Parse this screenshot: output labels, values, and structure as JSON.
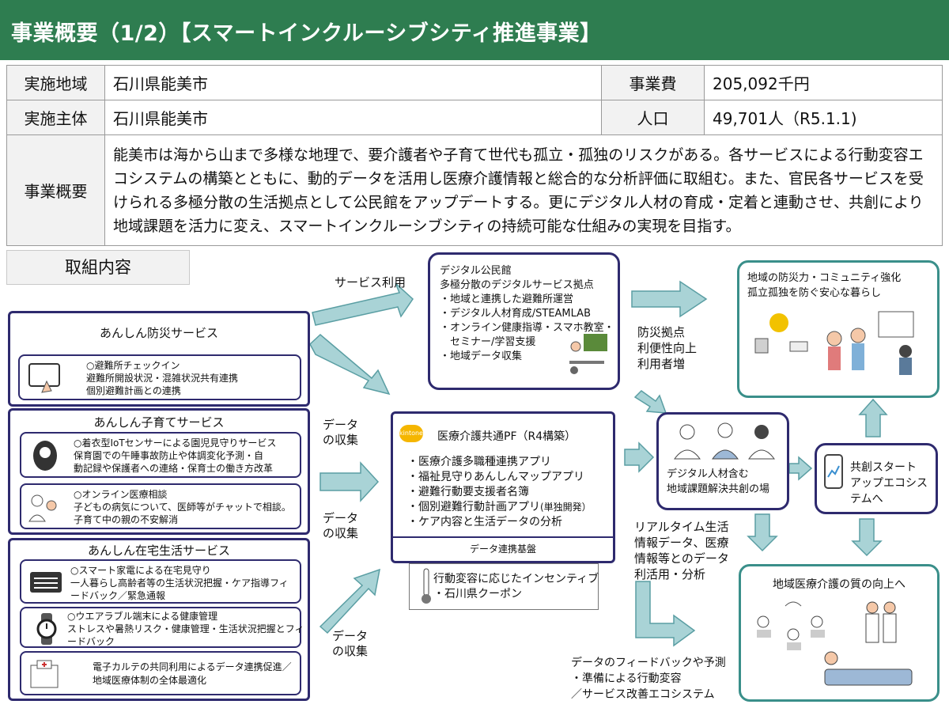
{
  "title": "事業概要（1/2）【スマートインクルーシブシティ推進事業】",
  "info": {
    "location_label": "実施地域",
    "location_value": "石川県能美市",
    "cost_label": "事業費",
    "cost_value": "205,092千円",
    "entity_label": "実施主体",
    "entity_value": "石川県能美市",
    "population_label": "人口",
    "population_value": "49,701人（R5.1.1)",
    "summary_label": "事業概要",
    "summary_value": "能美市は海から山まで多様な地理で、要介護者や子育て世代も孤立・孤独のリスクがある。各サービスによる行動変容エコシステムの構築とともに、動的データを活用し医療介護情報と総合的な分析評価に取組む。また、官民各サービスを受けられる多極分散の生活拠点として公民館をアップデートする。更にデジタル人材の育成・定着と連動させ、共創により地域課題を活力に変え、スマートインクルーシブシティの持続可能な仕組みの実現を目指す。"
  },
  "section_tab": "取組内容",
  "services": {
    "disaster": {
      "title": "あんしん防災サービス",
      "items": [
        "○避難所チェックイン",
        "避難所開設状況・混雑状況共有連携",
        "個別避難計画との連携"
      ]
    },
    "childcare": {
      "title": "あんしん子育てサービス",
      "item1": [
        "○着衣型IoTセンサーによる園児見守りサービス",
        "保育園での午睡事故防止や体調変化予測・自",
        "動記録や保護者への連絡・保育士の働き方改革"
      ],
      "item2": [
        "○オンライン医療相談",
        "子どもの病気について、医師等がチャットで相談。",
        "子育て中の親の不安解消"
      ]
    },
    "home": {
      "title": "あんしん在宅生活サービス",
      "item1": [
        "○スマート家電による在宅見守り",
        "一人暮らし高齢者等の生活状況把握・ケア指導フィ",
        "ードバック／緊急通報"
      ],
      "item2": [
        "○ウエアラブル端末による健康管理",
        "ストレスや暑熱リスク・健康管理・生活状況把握とフィ",
        "ードバック"
      ],
      "item3": [
        "電子カルテの共同利用によるデータ連携促進／",
        "地域医療体制の全体最適化"
      ]
    }
  },
  "arrow_labels": {
    "service_use": "サービス利用",
    "data_collect_1": [
      "データ",
      "の収集"
    ],
    "data_collect_2": [
      "データ",
      "の収集"
    ],
    "data_collect_3": [
      "データ",
      "の収集"
    ],
    "disaster_base": [
      "防災拠点",
      "利便性向上",
      "利用者増"
    ],
    "realtime": [
      "リアルタイム生活",
      "情報データ、医療",
      "情報等とのデータ",
      "利活用・分析"
    ],
    "feedback": [
      "データのフィードバックや予測",
      "・準備による行動変容",
      "／サービス改善エコシステム"
    ]
  },
  "digital_hall": {
    "lines": [
      "デジタル公民館",
      "多極分散のデジタルサービス拠点",
      "・地域と連携した避難所運営",
      "・デジタル人材育成/STEAMLAB",
      "・オンライン健康指導・スマホ教室・",
      "　セミナー/学習支援",
      "・地域データ収集"
    ]
  },
  "platform": {
    "badge": "kintone",
    "title": "医療介護共通PF（R4構築）",
    "items": [
      "・医療介護多職種連携アプリ",
      "・福祉見守りあんしんマップアプリ",
      "・避難行動要支援者名簿",
      "・個別避難行動計画アプリ",
      "・ケア内容と生活データの分析"
    ],
    "solo_note": "(単独開発）",
    "base_label": "データ連携基盤"
  },
  "incentive": [
    "行動変容に応じたインセンティブ",
    "・石川県クーポン"
  ],
  "digital_talent": [
    "デジタル人材含む",
    "地域課題解決共創の場"
  ],
  "startup": [
    "共創スタート",
    "アップエコシス",
    "テムへ"
  ],
  "outcome_disaster": [
    "地域の防災力・コミュニティ強化",
    "孤立孤独を防ぐ安心な暮らし"
  ],
  "outcome_medical": "地域医療介護の質の向上へ",
  "colors": {
    "title_bg": "#2e7d50",
    "navy_border": "#2e2a6e",
    "teal_border": "#3a8f8a",
    "arrow_fill": "#a9d3d6",
    "arrow_stroke": "#5a9ea3"
  }
}
